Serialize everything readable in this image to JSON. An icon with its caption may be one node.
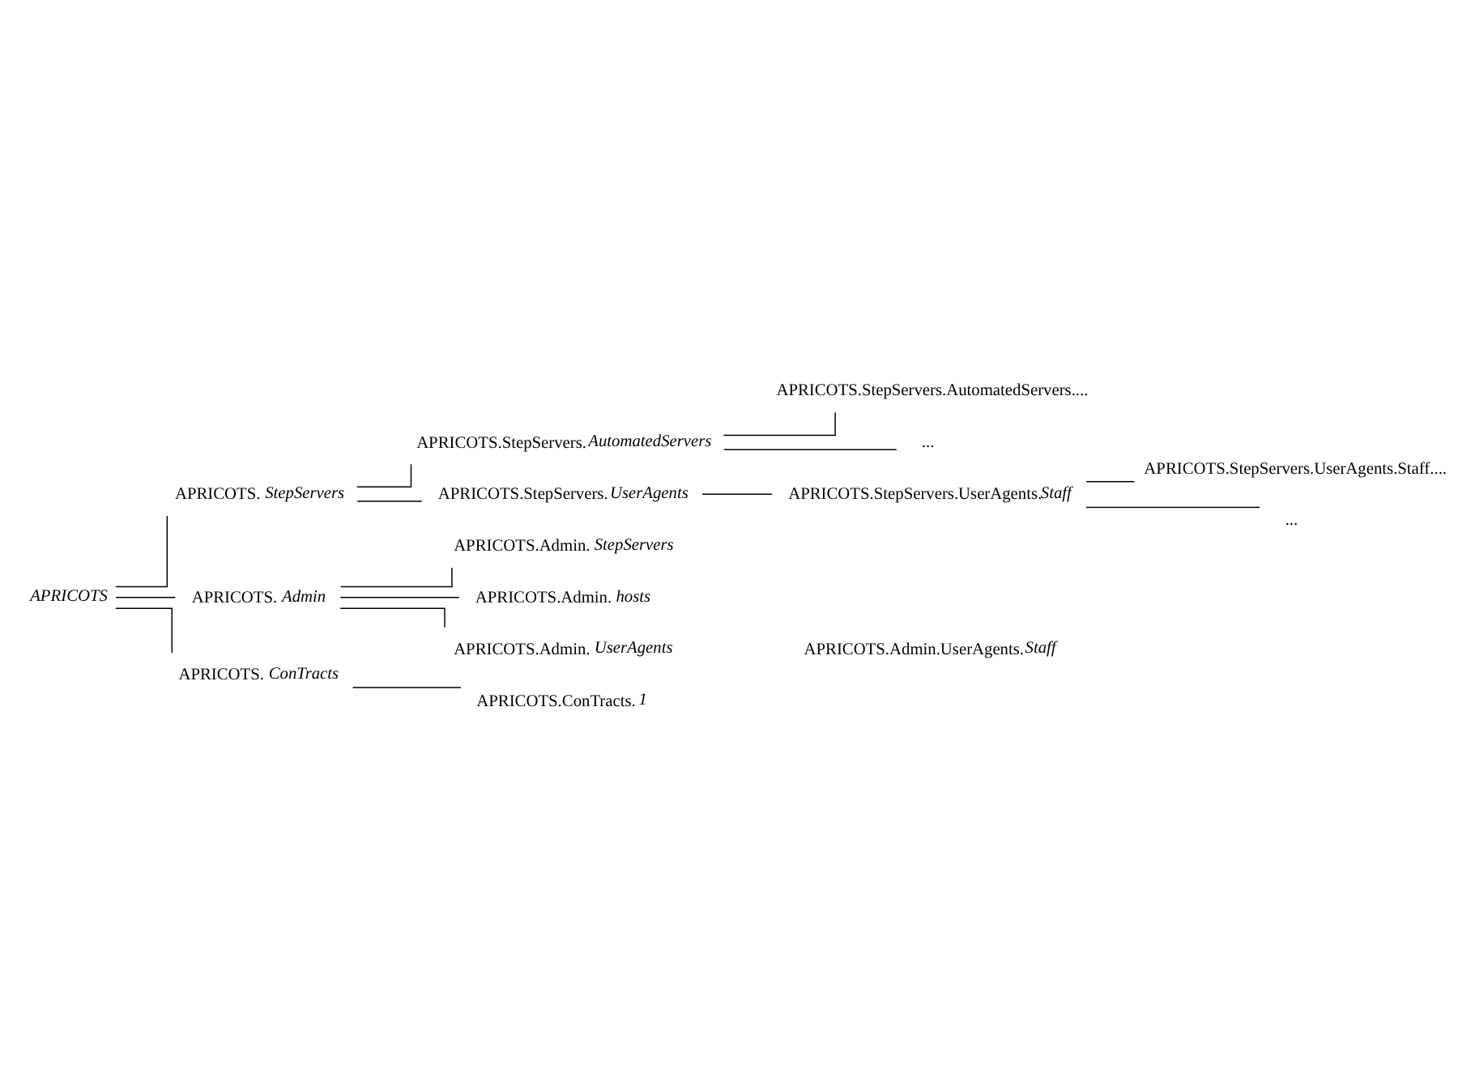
{
  "diagram": {
    "nodes": [
      {
        "text": [
          "APRICOTS"
        ]
      },
      {
        "text": [
          "APRICOTS.*StepServers*"
        ]
      },
      {
        "text": [
          "APRICOTS.StepServers.*AutomatedServers*"
        ]
      },
      {
        "text": [
          "APRICOTS.StepServers.AutomatedServers...."
        ]
      },
      {
        "text": [
          "..."
        ]
      },
      {
        "text": [
          "APRICOTS.StepServers.*UserAgents*"
        ]
      },
      {
        "text": [
          "APRICOTS.StepServers.UserAgents.*Staff*"
        ]
      },
      {
        "text": [
          "APRICOTS.StepServers.UserAgents.Staff...."
        ]
      },
      {
        "text": [
          "..."
        ]
      },
      {
        "text": [
          "APRICOTS.*Admin*"
        ]
      },
      {
        "text": [
          "APRICOTS.Admin.*StepServers*"
        ]
      },
      {
        "text": [
          "APRICOTS.Admin.*hosts*"
        ]
      },
      {
        "text": [
          "APRICOTS.Admin.*UserAgents*"
        ]
      },
      {
        "text": [
          "APRICOTS.*ConTracts*"
        ]
      },
      {
        "text": [
          "APRICOTS.ConTracts.*1*"
        ]
      }
    ],
    "edges": [
      {
        "from": 0,
        "to": 1,
        "arrow": "none"
      },
      {
        "from": 1,
        "to": 2,
        "arrow": "none"
      },
      {
        "from": 2,
        "to": 3,
        "arrow": "none"
      },
      {
        "from": 2,
        "to": 4,
        "arrow": "none"
      },
      {
        "from": 1,
        "to": 5,
        "arrow": "none"
      },
      {
        "from": 5,
        "to": 6,
        "arrow": "none"
      },
      {
        "from": 6,
        "to": 7,
        "arrow": "none"
      },
      {
        "from": 6,
        "to": 8,
        "arrow": "none"
      },
      {
        "from": 0,
        "to": 9,
        "arrow": "none"
      },
      {
        "from": 9,
        "to": 10,
        "arrow": "none"
      },
      {
        "from": 9,
        "to": 11,
        "arrow": "none"
      },
      {
        "from": 9,
        "to": 12,
        "arrow": "none"
      },
      {
        "from": 0,
        "to": 13,
        "arrow": "none"
      },
      {
        "from": 13,
        "to": 14,
        "arrow": "none"
      }
    ],
    "labels": [
      "APRICOTS.Admin.UserAgents.*Staff*"
    ]
  }
}
